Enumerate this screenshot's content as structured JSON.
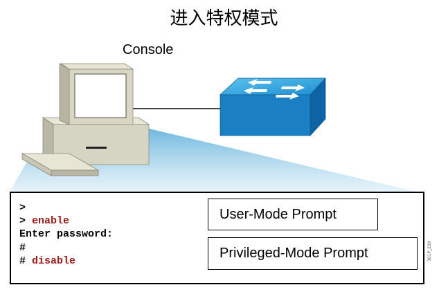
{
  "title": "进入特权模式",
  "console_label": "Console",
  "terminal": {
    "lines": [
      {
        "prompt": ">",
        "command": ""
      },
      {
        "prompt": "> ",
        "command": "enable"
      },
      {
        "prompt": "Enter password:",
        "command": ""
      },
      {
        "prompt": "#",
        "command": ""
      },
      {
        "prompt": "# ",
        "command": "disable"
      }
    ]
  },
  "callouts": {
    "user_mode": "User-Mode Prompt",
    "privileged_mode": "Privileged-Mode Prompt"
  },
  "figure_code": "301P_228",
  "colors": {
    "switch_blue": "#2b9fd8",
    "command_red": "#9b1b1b"
  }
}
